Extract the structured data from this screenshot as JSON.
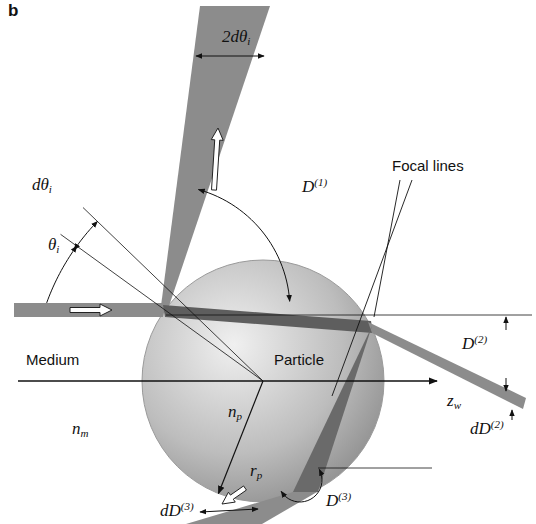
{
  "diagram": {
    "labels": [
      "b",
      "2dθi",
      "dθi",
      "θi",
      "D(1)",
      "Focal lines",
      "Medium",
      "Particle",
      "D(2)",
      "dD(2)",
      "zw",
      "np",
      "nm",
      "rp",
      "D(3)",
      "dD(3)"
    ]
  }
}
